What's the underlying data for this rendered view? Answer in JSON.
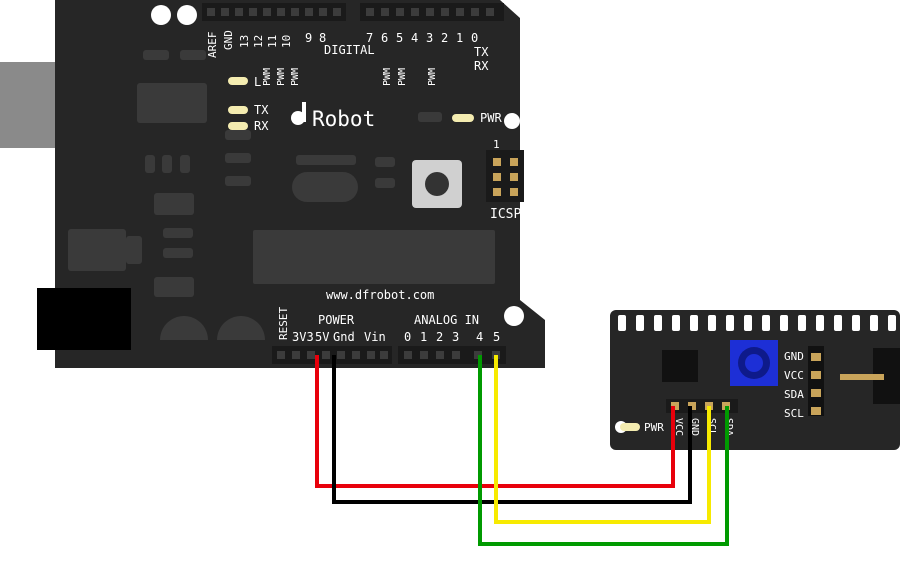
{
  "board": {
    "brand": "Robot",
    "url": "www.dfrobot.com",
    "digital_title": "DIGITAL",
    "pin_aref": "AREF",
    "pin_gnd": "GND",
    "digital_pins_high": [
      "13",
      "12",
      "11",
      "10",
      "9",
      "8"
    ],
    "digital_pins_low": [
      "7",
      "6",
      "5",
      "4",
      "3",
      "2",
      "1",
      "0"
    ],
    "tx": "TX",
    "rx": "RX",
    "pwm": "PWM",
    "led_l": "L",
    "led_tx": "TX",
    "led_rx": "RX",
    "led_pwr": "PWR",
    "icsp": "ICSP",
    "icsp_pin1": "1",
    "reset": "RESET",
    "power_title": "POWER",
    "power_pins": [
      "3V3",
      "5V",
      "Gnd",
      "Vin"
    ],
    "analog_title": "ANALOG IN",
    "analog_pins": [
      "0",
      "1",
      "2",
      "3",
      "4",
      "5"
    ]
  },
  "module": {
    "pwr": "PWR",
    "side_pins": [
      "GND",
      "VCC",
      "SDA",
      "SCL"
    ],
    "bottom_pins": [
      "VCC",
      "GND",
      "SCL",
      "SDA"
    ]
  },
  "wires": [
    {
      "from": "5V",
      "to": "VCC",
      "color": "#e8000b"
    },
    {
      "from": "Gnd",
      "to": "GND",
      "color": "#000000"
    },
    {
      "from": "A5",
      "to": "SCL",
      "color": "#f7ea00"
    },
    {
      "from": "A4",
      "to": "SDA",
      "color": "#009a00"
    }
  ],
  "colors": {
    "board": "#262626",
    "header": "#1a1a1a",
    "pot": "#1d2fd6",
    "led": "#f4ecb0",
    "usb": "#8a8a8a"
  }
}
